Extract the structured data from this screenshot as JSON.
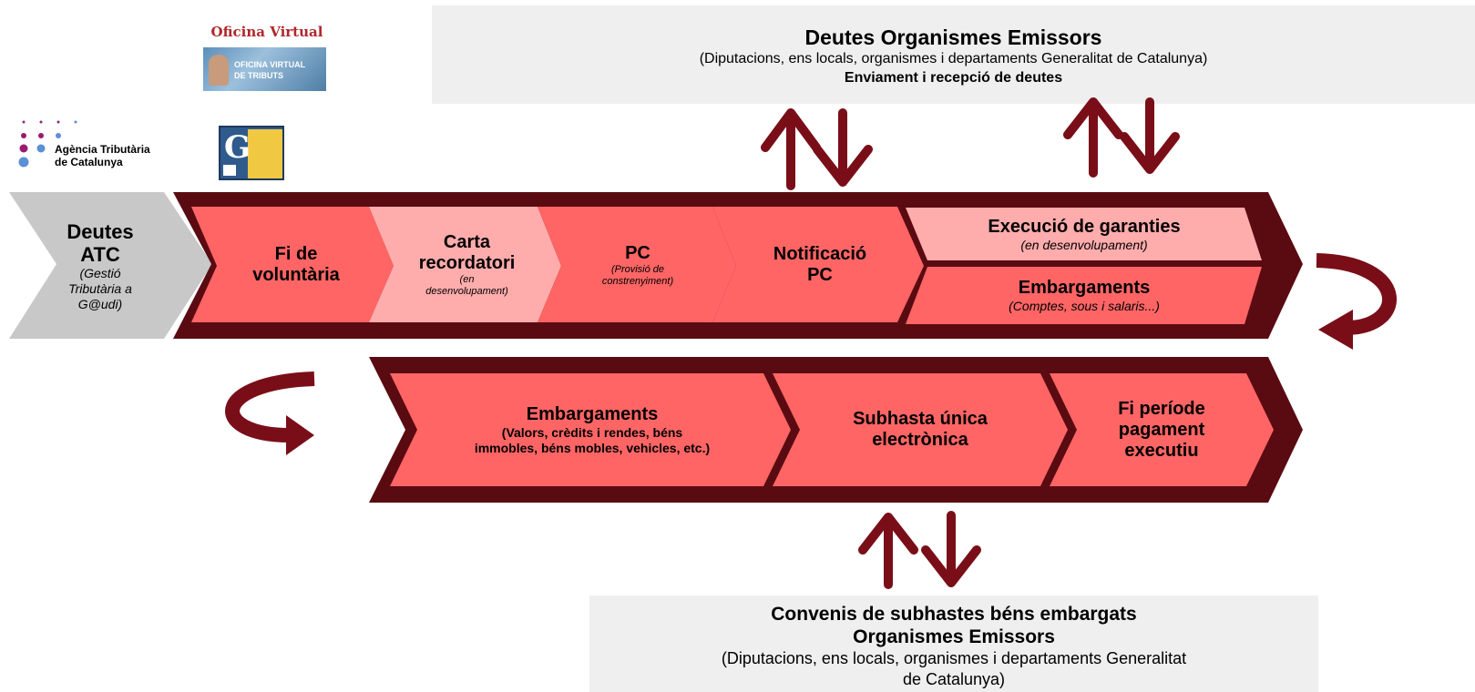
{
  "header": {
    "oficina_title": "Oficina Virtual",
    "oficina_banner_line1": "OFICINA VIRTUAL",
    "oficina_banner_line2": "DE TRIBUTS",
    "agency_line1": "Agència Tributària",
    "agency_line2": "de Catalunya",
    "gaudi_letter": "G"
  },
  "top_box": {
    "title": "Deutes Organismes Emissors",
    "subtitle": "(Diputacions,  ens locals, organismes i departaments Generalitat de Catalunya)",
    "note": "Enviament i recepció de deutes"
  },
  "bottom_box": {
    "title": "Convenis de subhastes béns embargats",
    "title2": "Organismes Emissors",
    "line1": "(Diputacions,  ens locals, organismes i departaments Generalitat",
    "line2": "de Catalunya)"
  },
  "source_step": {
    "title_line1": "Deutes",
    "title_line2": "ATC",
    "sub_line1": "(Gestió",
    "sub_line2": "Tributària a",
    "sub_line3": "G@udi)"
  },
  "row1": [
    {
      "title_line1": "Fi de",
      "title_line2": "voluntària"
    },
    {
      "title_line1": "Carta",
      "title_line2": "recordatori",
      "sub_line1": "(en",
      "sub_line2": "desenvolupament)"
    },
    {
      "title": "PC",
      "sub_line1": "(Provisió de",
      "sub_line2": "constrenyiment)"
    },
    {
      "title_line1": "Notificació",
      "title_line2": "PC"
    },
    {
      "title": "Execució de garanties",
      "sub": "(en desenvolupament)"
    },
    {
      "title": "Embargaments",
      "sub": "(Comptes, sous i salaris...)"
    }
  ],
  "row2": [
    {
      "title": "Embargaments",
      "sub_line1": "(Valors, crèdits i rendes, béns",
      "sub_line2": "immobles, béns mobles, vehicles, etc.)"
    },
    {
      "title_line1": "Subhasta única",
      "title_line2": "electrònica"
    },
    {
      "title_line1": "Fi període",
      "title_line2": "pagament",
      "title_line3": "executiu"
    }
  ],
  "colors": {
    "dark_band": "#5a0b12",
    "step_red": "#ff6565",
    "step_pink": "#ffacac",
    "source_grey": "#c8c8c8",
    "arrow_red": "#7a0e18",
    "info_box": "#efefef"
  },
  "icons": [
    "up-down-arrows-icon",
    "curved-return-arrow-icon",
    "agency-dots-logo",
    "gaudi-icon",
    "oficina-virtual-banner"
  ]
}
